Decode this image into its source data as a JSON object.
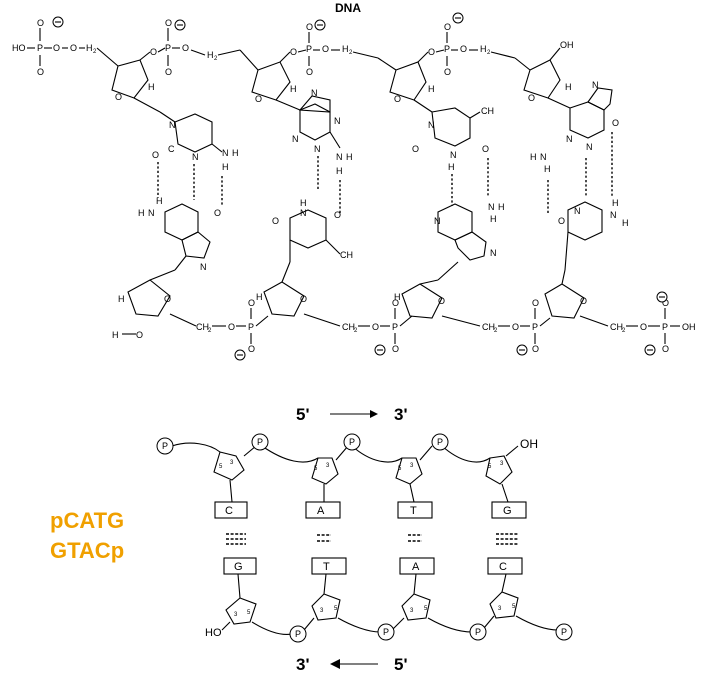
{
  "title": "DNA",
  "sequence": {
    "top": "pCATG",
    "bottom": "GTACp"
  },
  "direction": {
    "top_start": "5'",
    "top_end": "3'",
    "bottom_start": "3'",
    "bottom_end": "5'"
  },
  "strand_top": [
    "C",
    "A",
    "T",
    "G"
  ],
  "strand_bottom": [
    "G",
    "T",
    "A",
    "C"
  ],
  "colors": {
    "sequence_text": "#f0a000",
    "lines": "#000000"
  }
}
